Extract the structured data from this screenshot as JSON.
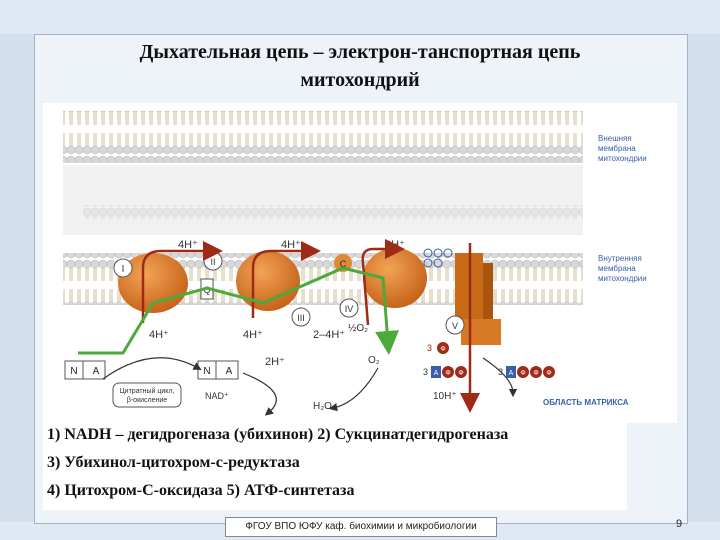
{
  "slide": {
    "title_line1": "Дыхательная цепь – электрон-танспортная цепь",
    "title_line2": "митохондрий"
  },
  "diagram": {
    "outer_membrane_label": [
      "Внешняя",
      "мембрана",
      "митохондрии"
    ],
    "inner_membrane_label": [
      "Внутренняя",
      "мембрана",
      "митохондрии"
    ],
    "matrix_label": "ОБЛАСТЬ МАТРИКСА",
    "complex_labels": [
      "I",
      "II",
      "III",
      "IV",
      "V"
    ],
    "proton_labels_top": [
      "4H⁺",
      "4H⁺",
      "2H⁺"
    ],
    "proton_labels_bottom": [
      "4H⁺",
      "4H⁺",
      "2–4H⁺",
      "2H⁺",
      "10H⁺"
    ],
    "nadh_left": "N",
    "nadh_right": "A",
    "nad_label": "NAD⁺",
    "cycle_label": [
      "Цитратный цикл,",
      "β-окисление"
    ],
    "oxygen_half": "½O₂",
    "oxygen": "O₂",
    "water": "H₂O",
    "cytc": "С",
    "q_label": "Q",
    "atp_label": "3",
    "adp_a": "А",
    "p_mark": "Ф",
    "colors": {
      "complex": "#e07b22",
      "atp_synthase": "#c86a18",
      "arrow_red": "#a02a18",
      "arrow_green": "#4caa3c",
      "membrane_head": "#dcdcdc",
      "text_blue": "#3a5fa8"
    }
  },
  "legend": {
    "line1": "1) NADH – дегидрогеназа (убихинон) 2) Сукцинатдегидрогеназа",
    "line2": "3) Убихинол-цитохром-с-редуктаза",
    "line3": "4) Цитохром-С-оксидаза  5) АТФ-синтетаза"
  },
  "footer": {
    "text": "ФГОУ ВПО ЮФУ каф. биохимии и микробиологии",
    "page": "9"
  }
}
